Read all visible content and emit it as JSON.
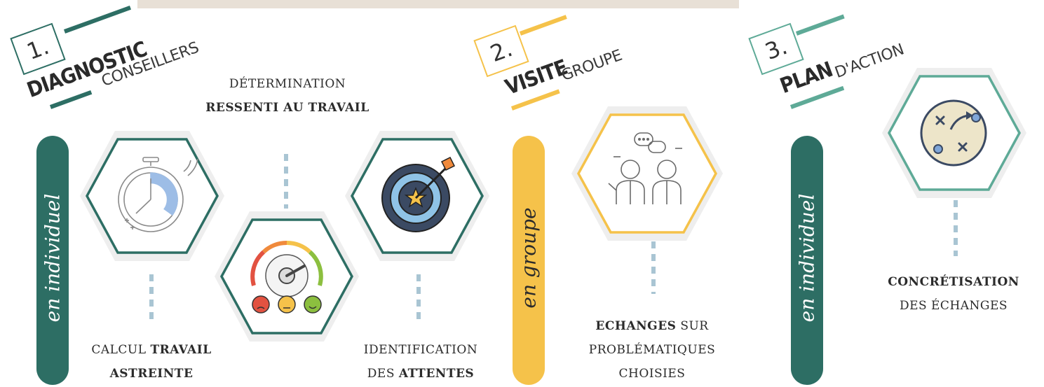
{
  "colors": {
    "green": "#2d6e64",
    "yellow": "#f5c24a",
    "teal": "#5eaa97",
    "hex_bg": "#eeeeee",
    "dash": "#a9c5d3",
    "topbar": "#e8e0d6"
  },
  "steps": [
    {
      "number": "1.",
      "strong": "DIAGNOSTIC",
      "light": "CONSEILLERS"
    },
    {
      "number": "2.",
      "strong": "VISITE",
      "light": "GROUPE"
    },
    {
      "number": "3.",
      "strong": "PLAN",
      "light": "D'ACTION"
    }
  ],
  "header_caption": {
    "line1": "DÉTERMINATION",
    "line2": "RESSENTI AU TRAVAIL"
  },
  "pills": [
    "en individuel",
    "en groupe",
    "en individuel"
  ],
  "icons": {
    "stopwatch": "stopwatch-icon",
    "gauge": "satisfaction-gauge-icon",
    "target": "target-icon",
    "discussion": "discussion-icon",
    "strategy": "strategy-plan-icon"
  },
  "captions": {
    "calcul": {
      "a": "CALCUL",
      "b": "TRAVAIL",
      "c": "ASTREINTE"
    },
    "identification": {
      "a": "IDENTIFICATION",
      "b": "DES",
      "c": "ATTENTES"
    },
    "echanges": {
      "a": "ECHANGES",
      "b": "SUR",
      "c": "PROBLÉMATIQUES",
      "d": "CHOISIES"
    },
    "concretisation": {
      "a": "CONCRÉTISATION",
      "b": "DES ÉCHANGES"
    }
  }
}
